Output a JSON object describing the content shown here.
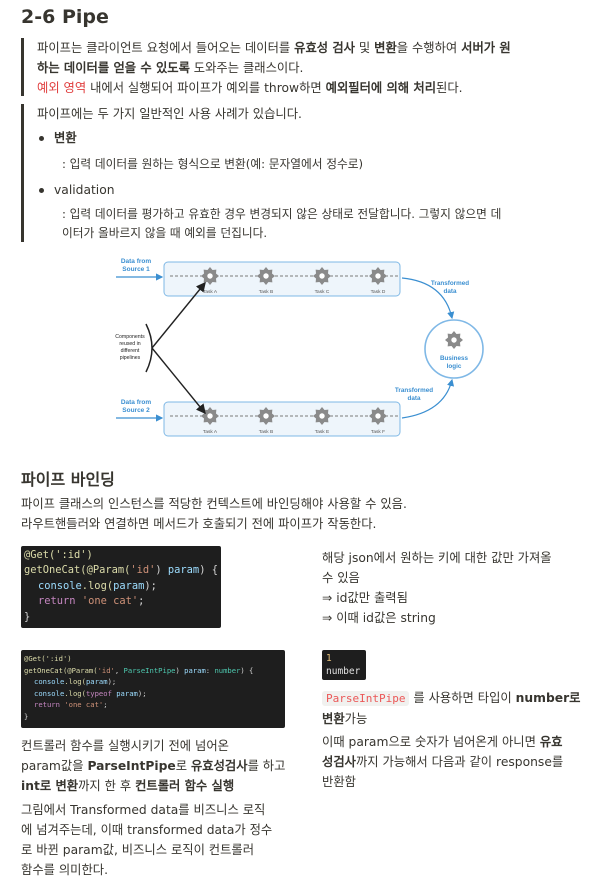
{
  "title": "2-6 Pipe",
  "intro": {
    "line1_a": "파이프는 클라이언트 요청에서 들어오는 데이터를 ",
    "line1_b": "유효성 검사",
    "line1_c": " 및 ",
    "line1_d": "변환",
    "line1_e": "을 수행하여 ",
    "line1_f": "서버가 원",
    "line2_a": "하는 데이터를 얻을 수 있도록",
    "line2_b": " 도와주는 클래스이다.",
    "line3_a": "예외 영역",
    "line3_b": " 내에서 실행되어 파이프가 예외를 throw하면 ",
    "line3_c": "예외필터에 의해 처리",
    "line3_d": "된다."
  },
  "usecases": {
    "lead": "파이프에는 두 가지 일반적인 사용 사례가 있습니다.",
    "items": [
      {
        "title": "변환",
        "desc": ": 입력 데이터를 원하는 형식으로 변환(예: 문자열에서 정수로)"
      },
      {
        "title": "validation",
        "desc_1": ": 입력 데이터를 평가하고 유효한 경우 변경되지 않은 상태로 전달합니다. 그렇지 않으면 데",
        "desc_2": "이터가 올바르지 않을 때 예외를 던집니다."
      }
    ]
  },
  "diagram": {
    "source1": [
      "Data from",
      "Source 1"
    ],
    "source2": [
      "Data from",
      "Source 2"
    ],
    "tasks_top": [
      "Task A",
      "Task B",
      "Task C",
      "Task D"
    ],
    "tasks_bottom": [
      "Task A",
      "Task B",
      "Task E",
      "Task F"
    ],
    "components": [
      "Components",
      "reused in",
      "different",
      "pipelines"
    ],
    "transformed_top": [
      "Transformed",
      "data"
    ],
    "transformed_bottom": [
      "Transformed",
      "data"
    ],
    "business": [
      "Business",
      "logic"
    ],
    "colors": {
      "line": "#3b8fd1",
      "box_border": "#7fb8e6",
      "box_fill": "#eef5fb",
      "gear": "#8a8a8a"
    }
  },
  "binding": {
    "heading": "파이프 바인딩",
    "p1": "파이프 클래스의 인스턴스를 적당한 컨텍스트에 바인딩해야 사용할 수 있음.",
    "p2": "라우트핸들러와 연결하면 메서드가 호출되기 전에 파이프가 작동한다."
  },
  "code1": {
    "l1": "@Get(':id')",
    "l2_fn": "getOneCat(",
    "l2_dec": "@Param(",
    "l2_str": "'id'",
    "l2_close": ") ",
    "l2_var": "param",
    "l2_end": ") {",
    "l3_a": "console",
    "l3_b": ".log(",
    "l3_c": "param",
    "l3_d": ");",
    "l4_kw": "return",
    "l4_str": "'one cat'",
    "l4_end": ";",
    "l5": "}"
  },
  "note1": {
    "l1": "해당 json에서 원하는 키에 대한 값만 가져올",
    "l2": "수 있음",
    "l3": "⇒ id값만 출력됨",
    "l4": "⇒ 이때 id값은 string"
  },
  "code2": {
    "l1": "@Get(':id')",
    "l2_fn": "getOneCat(",
    "l2_dec": "@Param(",
    "l2_str": "'id'",
    "l2_comma": ", ",
    "l2_type": "ParseIntPipe",
    "l2_close": ") ",
    "l2_var": "param",
    "l2_colon": ": ",
    "l2_num": "number",
    "l2_end": ") {",
    "l3_a": "console",
    "l3_b": ".log(",
    "l3_c": "param",
    "l3_d": ");",
    "l4_a": "console",
    "l4_b": ".log(",
    "l4_kw": "typeof",
    "l4_c": " param",
    "l4_d": ");",
    "l5_kw": "return",
    "l5_str": "'one cat'",
    "l5_end": ";",
    "l6": "}"
  },
  "output": {
    "l1": "1",
    "l2": "number"
  },
  "note2": {
    "code": "ParseIntPipe",
    "a": " 를 사용하면 타입이 ",
    "b": "number로",
    "c": "변환",
    "d": "가능",
    "e1": "이때 param으로 숫자가 넘어온게 아니면 ",
    "e2": "유효",
    "e3": "성검사",
    "e4": "까지 가능해서 다음과 같이 response를",
    "e5": "반환함"
  },
  "left_note": {
    "l1": "컨트롤러 함수를 실행시키기 전에 넘어온",
    "l2_a": "param값을 ",
    "l2_b": "ParseIntPipe",
    "l2_c": "로 ",
    "l2_d": "유효성검사",
    "l2_e": "를 하고",
    "l3_a": "int로 변환",
    "l3_b": "까지 한 후 ",
    "l3_c": "컨트롤러 함수 실행",
    "l4": "그림에서 Transformed data를 비즈니스 로직",
    "l5": "에 넘겨주는데, 이때 transformed data가 정수",
    "l6": "로 바뀐 param값, 비즈니스 로직이 컨트롤러",
    "l7": "함수를 의미한다."
  }
}
